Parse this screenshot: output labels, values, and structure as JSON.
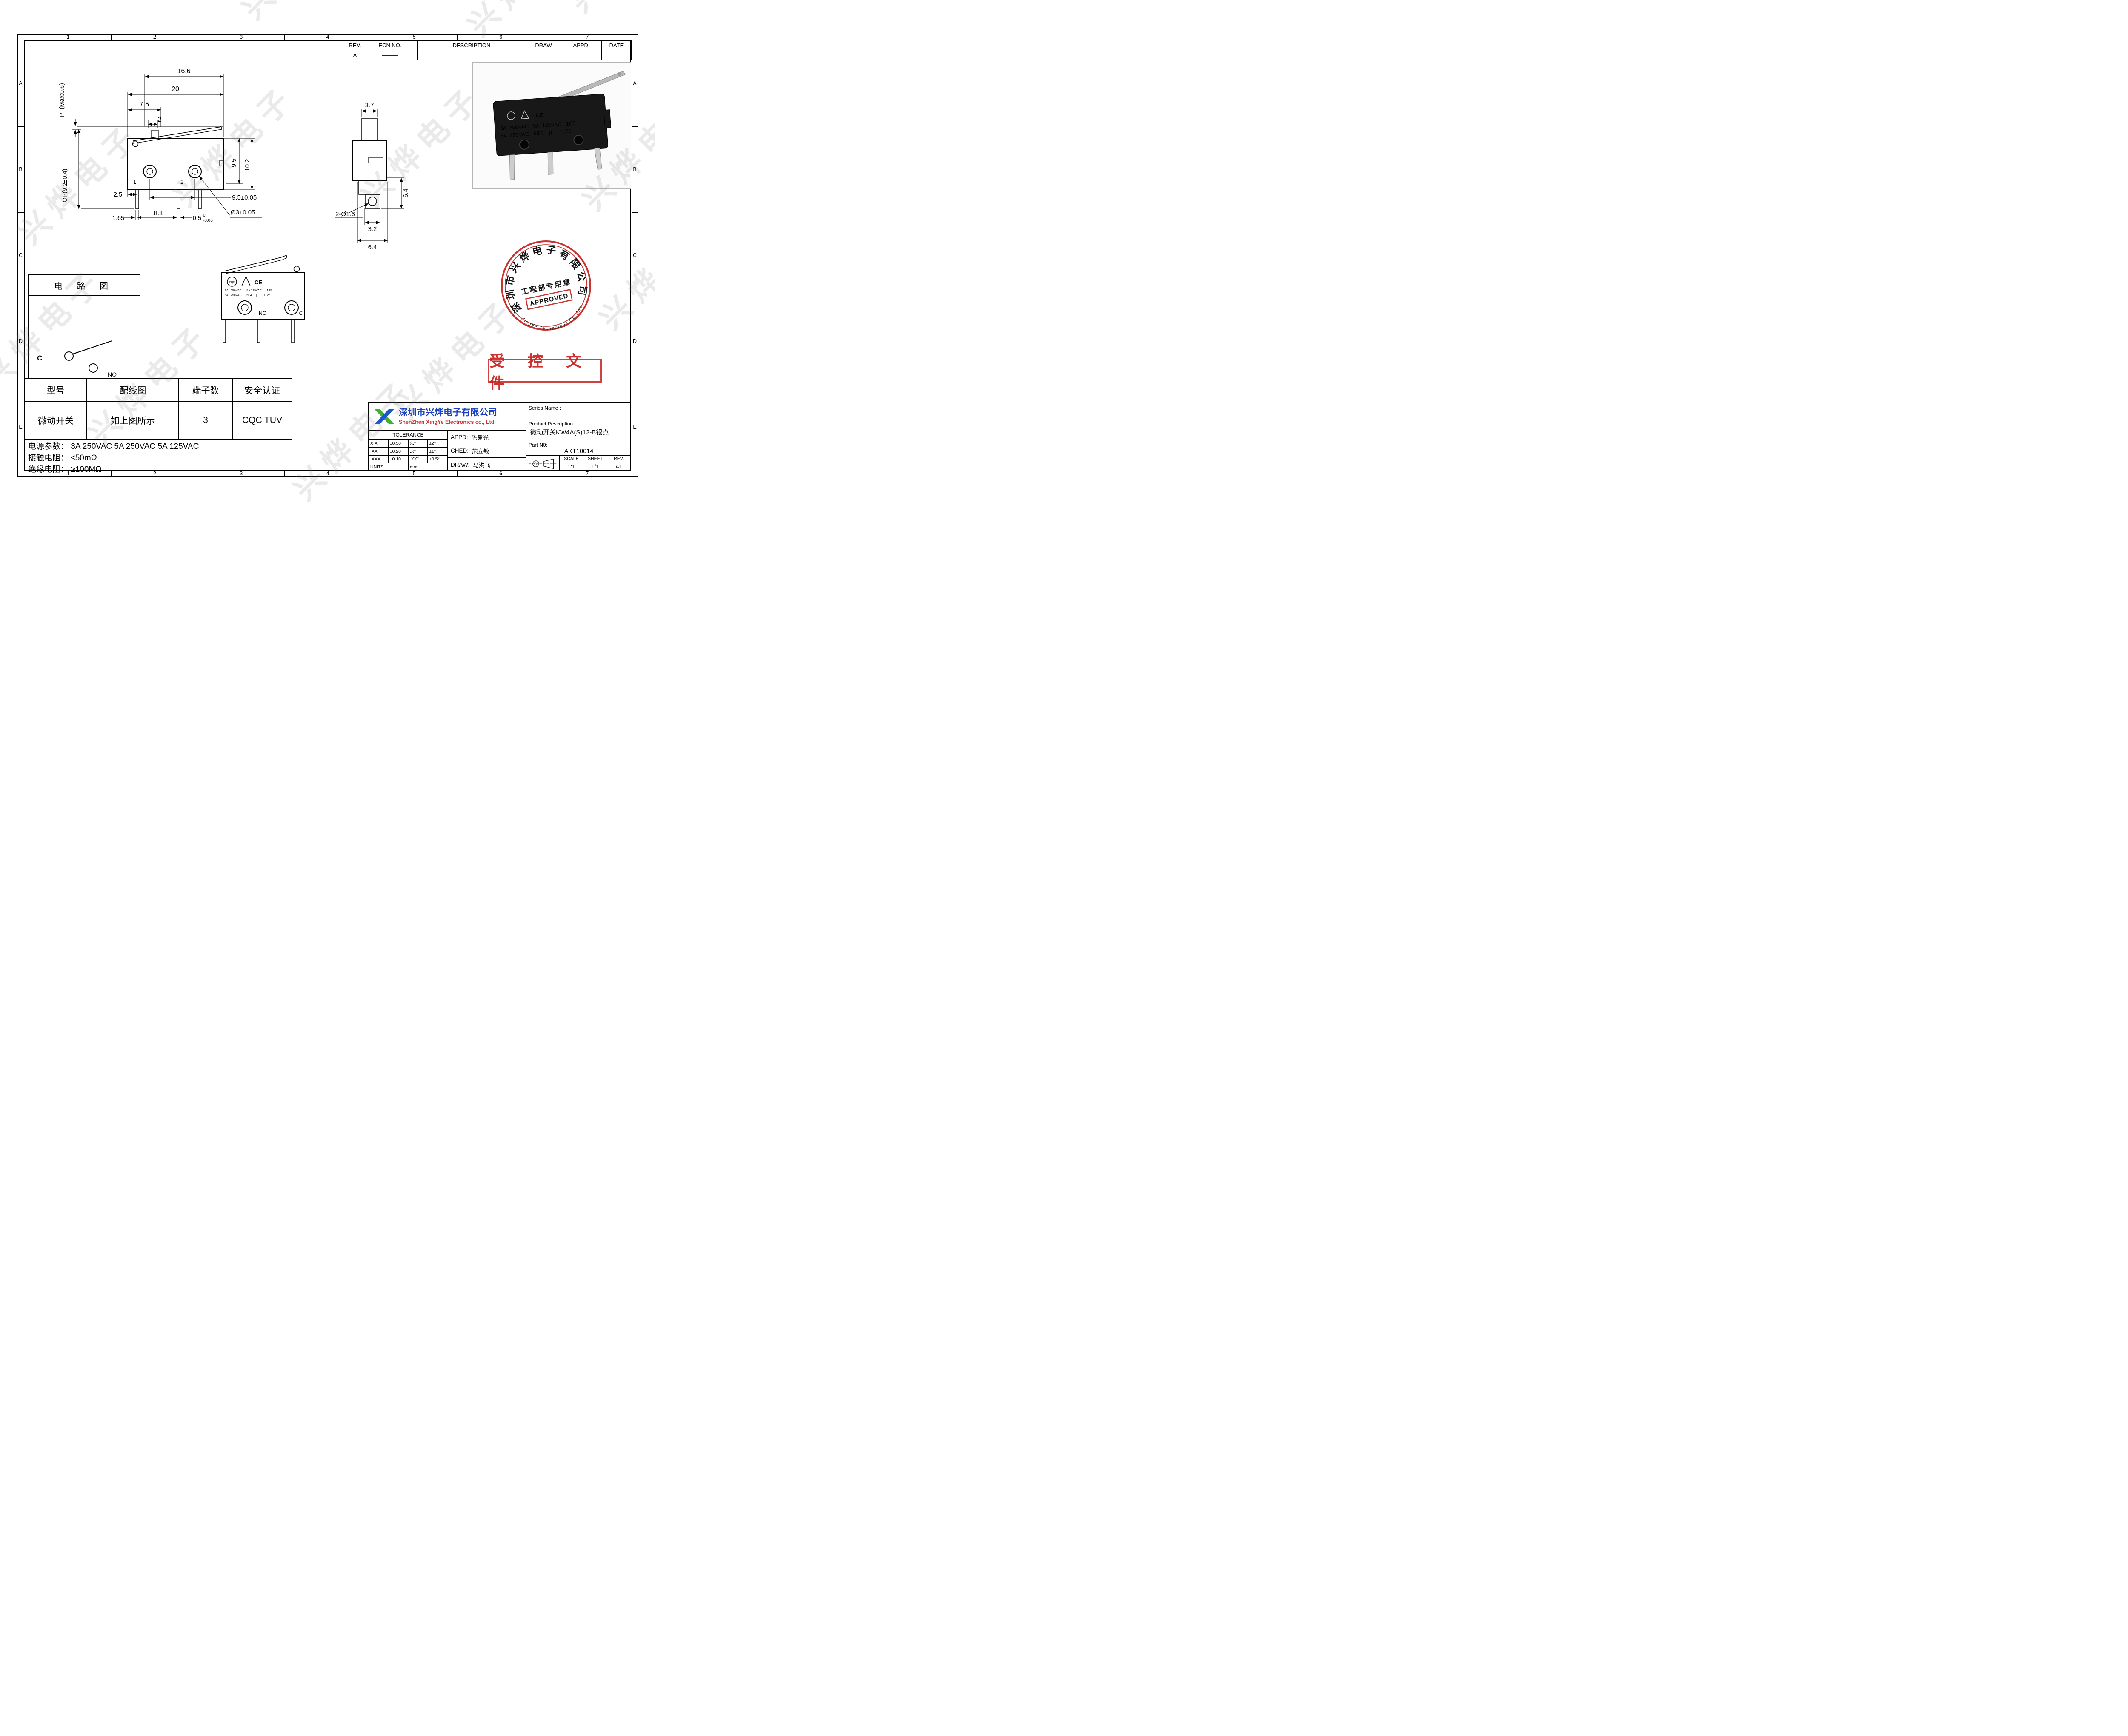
{
  "watermark_text": "兴烨电子",
  "sheet": {
    "cols": [
      "1",
      "2",
      "3",
      "4",
      "5",
      "6",
      "7"
    ],
    "rows": [
      "A",
      "B",
      "C",
      "D",
      "E"
    ]
  },
  "revision": {
    "headers": {
      "rev": "REV.",
      "ecn": "ECN  NO.",
      "description": "DESCRIPTION",
      "draw": "DRAW",
      "appd": "APPD.",
      "date": "DATE"
    },
    "entry": {
      "rev": "A",
      "ecn": "———",
      "description": "",
      "draw": "",
      "appd": "",
      "date": ""
    }
  },
  "front_view": {
    "dim_16_6": "16.6",
    "dim_20": "20",
    "dim_7_5": "7.5",
    "dim_2": "2",
    "dim_pt": "PT(Max:0.6)",
    "dim_9_5": "9.5",
    "dim_10_2": "10.2",
    "dim_op": "OP(9.2±0.4)",
    "dim_2_5": "2.5",
    "dim_9_5_tol": "9.5±0.05",
    "dim_dia3": "Ø3±0.05",
    "dim_1_65": "1.65",
    "dim_8_8": "8.8",
    "dim_0_5": "0.5",
    "dim_0_5_tol_upper": "0",
    "dim_0_5_tol_lower": "-0.06",
    "terminal_1": "1",
    "terminal_2": "2"
  },
  "side_view": {
    "dim_3_7": "3.7",
    "dim_6_4_right": "6.4",
    "dim_2_dia_1_6": "2-Ø1.6",
    "dim_3_2": "3.2",
    "dim_6_4_bottom": "6.4"
  },
  "circuit_diagram": {
    "title": "电 路 图",
    "label_c": "C",
    "label_no": "NO"
  },
  "marking_view": {
    "cqc": "CQC",
    "ce": "CE",
    "line1": "3A   250VAC      5A 125VAC      1E5",
    "line2": "5A   250VAC      5E4     μ       T125",
    "label_no": "NO",
    "label_c": "C"
  },
  "photo": {
    "ce": "CE",
    "line1": "3A  250VAC   5A  125VAC   1E5",
    "line2": "5A  250VAC   5E4    μ     T125"
  },
  "round_stamp": {
    "ring_text": "深圳市兴烨电子有限公司",
    "outer_text": "XingYe Technology Co.,Ltd",
    "middle_text": "工程部专用章",
    "approved": "APPROVED"
  },
  "controlled_stamp": "受 控 文 件",
  "spec_table": {
    "headers": [
      "型号",
      "配线图",
      "端子数",
      "安全认证"
    ],
    "values": [
      "微动开关",
      "如上图所示",
      "3",
      "CQC TUV"
    ]
  },
  "notes": [
    "电源参数：  3A 250VAC   5A 250VAC   5A 125VAC",
    "接触电阻：  ≤50mΩ",
    "绝缘电阻：  ≥100MΩ"
  ],
  "title_block": {
    "company_cn": "深圳市兴烨电子有限公司",
    "company_en": "ShenZhen XingYe Electronics co., Ltd",
    "tolerance_title": "TOLERANCE",
    "tolerance": [
      {
        "c1": "X.X",
        "v1": "±0.30",
        "c2": "X.°",
        "v2": "±2°"
      },
      {
        "c1": ".XX",
        "v1": "±0.20",
        "c2": ".X°",
        "v2": "±1°"
      },
      {
        "c1": ".XXX",
        "v1": "±0.10",
        "c2": ".XX°",
        "v2": "±0.5°"
      }
    ],
    "units_label": "UNITS",
    "units_value": "mm",
    "appd_label": "APPD:",
    "appd_value": "陈爱光",
    "ched_label": "CHED:",
    "ched_value": "施立敏",
    "draw_label": "DRAW:",
    "draw_value": "马洪飞",
    "series_label": "Series Name :",
    "product_label": "Product Pescription :",
    "product_value": "微动开关KW4A(S)12-B银点",
    "part_label": "Part N0:",
    "part_value": "AKT10014",
    "scale_label": "SCALE",
    "scale_value": "1:1",
    "sheet_label": "SHEET",
    "sheet_value": "1/1",
    "rev_label": "REV.",
    "rev_value": "A1"
  }
}
